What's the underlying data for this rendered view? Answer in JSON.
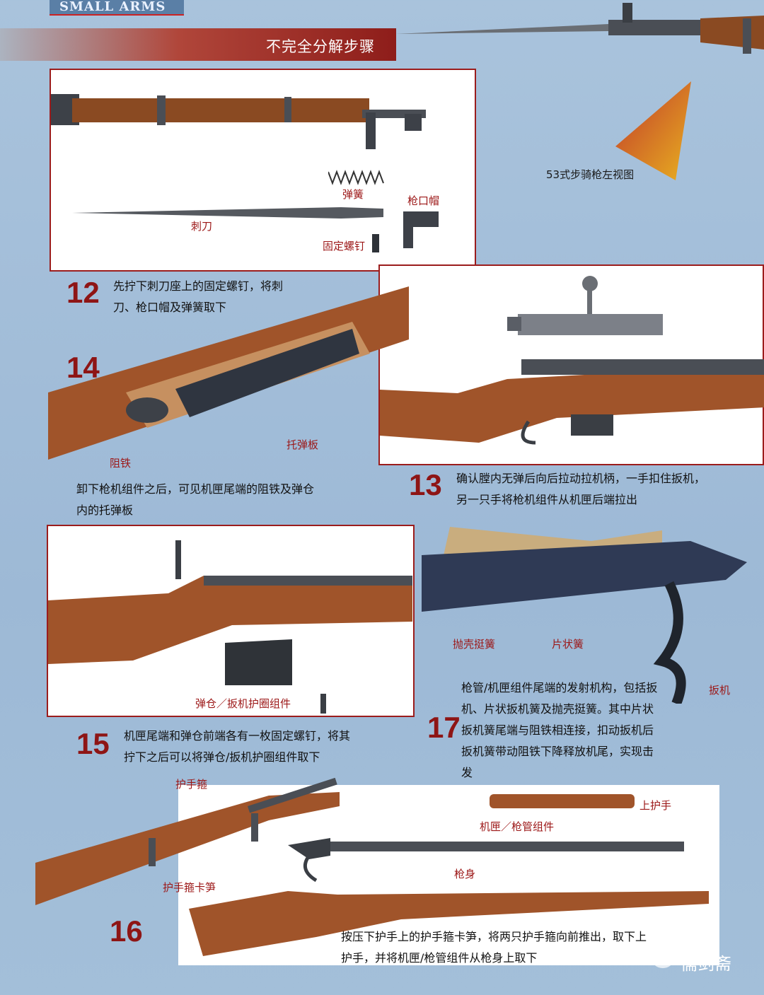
{
  "header": {
    "logo": "SMALL ARMS",
    "section_title": "不完全分解步骤"
  },
  "side_note": "53式步骑枪左视图",
  "step12": {
    "number": "12",
    "text": "先拧下刺刀座上的固定螺钉，将刺刀、枪口帽及弹簧取下",
    "labels": {
      "spring": "弹簧",
      "muzzle_cap": "枪口帽",
      "bayonet": "刺刀",
      "screw": "固定螺钉"
    }
  },
  "step13": {
    "number": "13",
    "text": "确认膛内无弹后向后拉动拉机柄，一手扣住扳机，另一只手将枪机组件从机匣后端拉出"
  },
  "step14": {
    "number": "14",
    "text": "卸下枪机组件之后，可见机匣尾端的阻铁及弹仓内的托弹板",
    "labels": {
      "sear": "阻铁",
      "follower": "托弹板"
    }
  },
  "step15": {
    "number": "15",
    "text": "机匣尾端和弹仓前端各有一枚固定螺钉，将其拧下之后可以将弹仓/扳机护圈组件取下",
    "labels": {
      "magazine": "弹仓／扳机护圈组件"
    }
  },
  "step16": {
    "number": "16",
    "text": "按压下护手上的护手箍卡笋，将两只护手箍向前推出，取下上护手，并将机匣/枪管组件从枪身上取下",
    "labels": {
      "band": "护手箍",
      "band_latch": "护手箍卡笋",
      "upper_guard": "上护手",
      "receiver_barrel": "机匣／枪管组件",
      "stock": "枪身"
    }
  },
  "step17": {
    "number": "17",
    "text": "枪管/机匣组件尾端的发射机构，包括扳机、片状扳机簧及抛壳挺簧。其中片状扳机簧尾端与阻铁相连接，扣动扳机后扳机簧带动阻铁下降释放机尾，实现击发",
    "labels": {
      "ejector_spring": "抛壳挺簧",
      "leaf_spring": "片状簧",
      "trigger": "扳机"
    }
  },
  "watermark": "儒剑斋",
  "colors": {
    "accent": "#9b1c1c",
    "wood": "#a0542a",
    "metal": "#3a4048",
    "background": "#a9c3dc"
  }
}
